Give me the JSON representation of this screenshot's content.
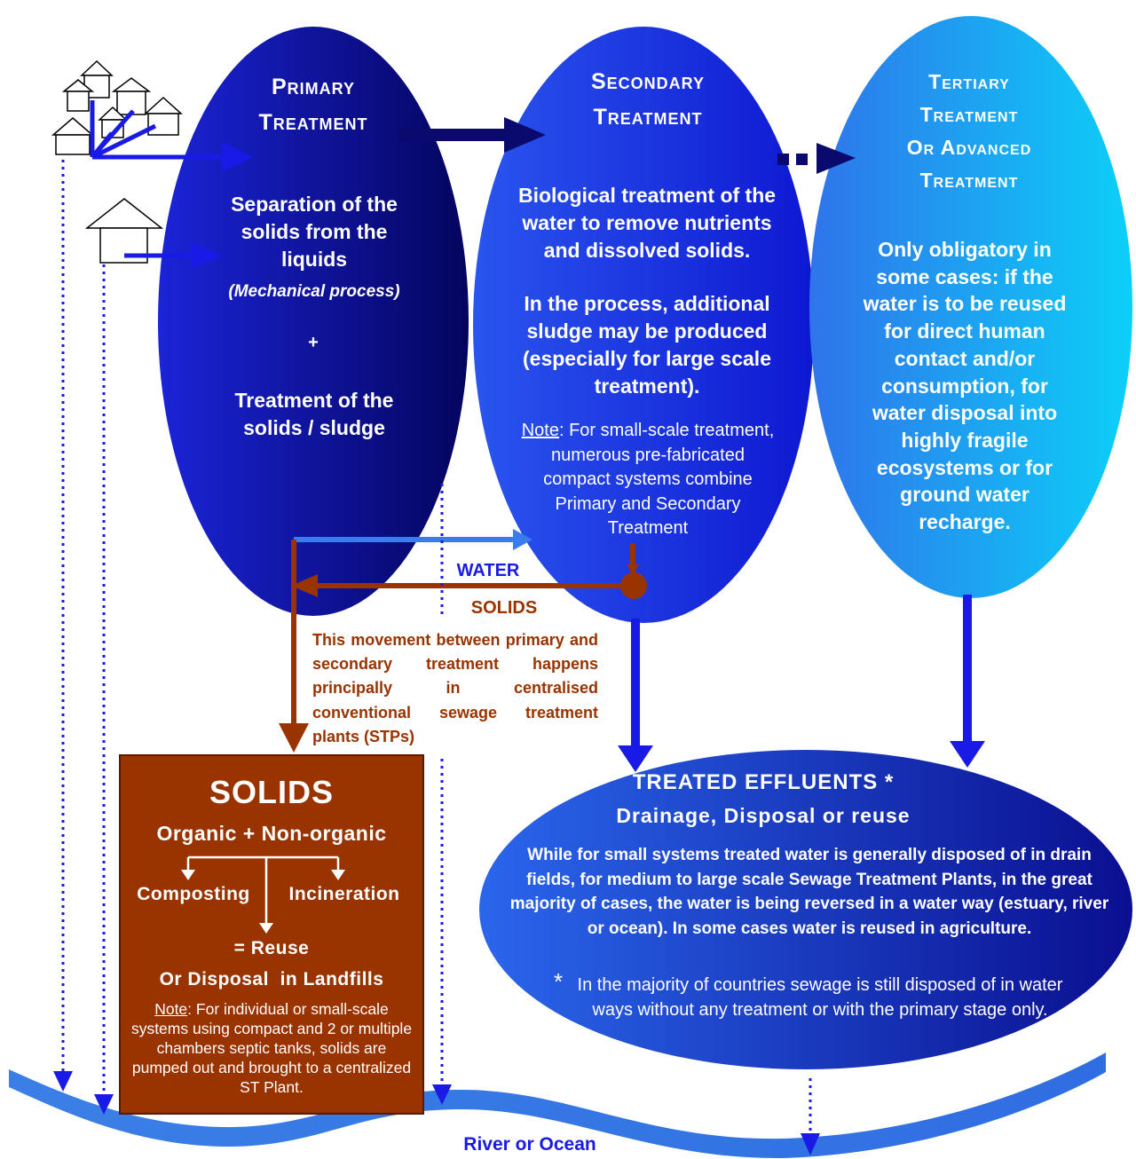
{
  "primary": {
    "title_line1": "Primary",
    "title_line2": "Treatment",
    "desc": "Separation of the solids from the liquids",
    "process": "(Mechanical process)",
    "plus": "+",
    "sludge": "Treatment of the solids / sludge"
  },
  "secondary": {
    "title_line1": "Secondary",
    "title_line2": "Treatment",
    "desc": "Biological treatment of the water to remove nutrients and dissolved solids.",
    "desc2": "In the process, additional sludge may be produced (especially for large scale treatment).",
    "note_label": "Note",
    "note_text": ": For small-scale treatment, numerous pre-fabricated compact systems combine Primary and Secondary Treatment"
  },
  "tertiary": {
    "title_line1": "Tertiary",
    "title_line2": "Treatment",
    "title_line3": "Or Advanced",
    "title_line4": "Treatment",
    "desc": "Only obligatory in some cases: if the water is to be reused for direct human contact and/or consumption, for water disposal into highly fragile ecosystems or for ground water recharge."
  },
  "flow": {
    "water_label": "WATER",
    "solids_label": "SOLIDS",
    "movement_note": "This movement between primary and secondary treatment happens principally in centralised conventional sewage treatment plants (STPs)"
  },
  "solids_box": {
    "title": "SOLIDS",
    "subtitle": "Organic + Non-organic",
    "composting": "Composting",
    "incineration": "Incineration",
    "reuse": "= Reuse",
    "disposal": "Or Disposal  in Landfills",
    "note_label": "Note",
    "note_text": ": For individual or small-scale systems using compact and 2 or multiple chambers septic tanks, solids are pumped out and brought to a centralized ST Plant."
  },
  "effluents": {
    "title": "TREATED EFFLUENTS *",
    "subtitle": "Drainage, Disposal or reuse",
    "desc": "While for small systems treated water is generally disposed of in drain fields, for medium to large scale Sewage Treatment Plants, in the great majority of cases, the water is being reversed in a water way (estuary, river or ocean). In some cases water is reused in agriculture.",
    "footnote_star": "*",
    "footnote": "In the majority of countries sewage is still disposed of in water ways without  any treatment or with the primary stage only."
  },
  "river": {
    "label": "River or Ocean"
  },
  "colors": {
    "primary_dark": "#05057a",
    "secondary_blue": "#1f3de6",
    "tertiary_cyan": "#13c6f5",
    "solids_brown": "#a0330a",
    "arrow_blue": "#1a1ae6",
    "navy": "#0a0a6e"
  }
}
